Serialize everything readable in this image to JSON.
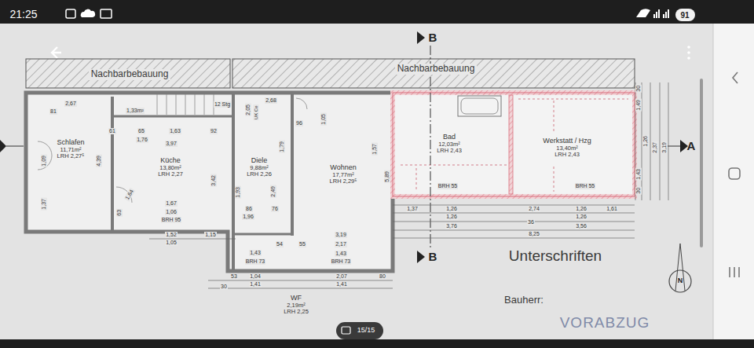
{
  "diagram": {
    "nodes": [
      {
        "text": [
          "Nachbarbebauung"
        ]
      },
      {
        "text": [
          "Nachbarbebauung"
        ]
      },
      {
        "text": [
          "Schlafen",
          "11,71m²",
          "LRH 2,27⁵"
        ]
      },
      {
        "text": [
          "Küche",
          "13,80m²",
          "LRH 2,27"
        ]
      },
      {
        "text": [
          "Diele",
          "9,88m²",
          "LRH 2,26"
        ]
      },
      {
        "text": [
          "Wohnen",
          "17,77m²",
          "LRH 2,29⁵"
        ]
      },
      {
        "text": [
          "Bad",
          "12,03m²",
          "LRH 2,43"
        ]
      },
      {
        "text": [
          "Werkstatt / Hzg",
          "13,40m²",
          "LRH 2,43"
        ]
      },
      {
        "text": [
          "WF",
          "2,19m²",
          "LRH 2,25"
        ]
      }
    ],
    "labels": [
      "21:25",
      "91",
      "15/15",
      "B",
      "B",
      "A",
      "2,67",
      "1,33m²",
      "12 Stg",
      "2,68",
      "81",
      "61",
      "65",
      "1,63",
      "92",
      "1,76",
      "3,97",
      "4,39",
      "1,09",
      "1,37",
      "3,42",
      "1,67",
      "1,06",
      "BRH 95",
      "1,64",
      "63",
      "1,52",
      "1,05",
      "1,15",
      "2,05",
      "UK Ce",
      "96",
      "1,05",
      "1,79",
      "2,49",
      "1,93",
      "86",
      "76",
      "1,96",
      "1,57",
      "5,89",
      "3,19",
      "55",
      "54",
      "2,17",
      "1,43",
      "BRH 73",
      "1,43",
      "BRH 73",
      "30",
      "53",
      "1,04",
      "2,07",
      "80",
      "1,41",
      "1,41",
      "BRH 55",
      "BRH 55",
      "1,37",
      "1,26",
      "2,74",
      "1,26",
      "1,61",
      "1,26",
      "1,26",
      "3,76",
      "36",
      "3,56",
      "8,25",
      "30",
      "1,49",
      "1,26",
      "2,37",
      "3,19",
      "1,43",
      "30",
      "Unterschriften",
      "Bauherr:",
      "VORABZUG",
      "N"
    ]
  }
}
